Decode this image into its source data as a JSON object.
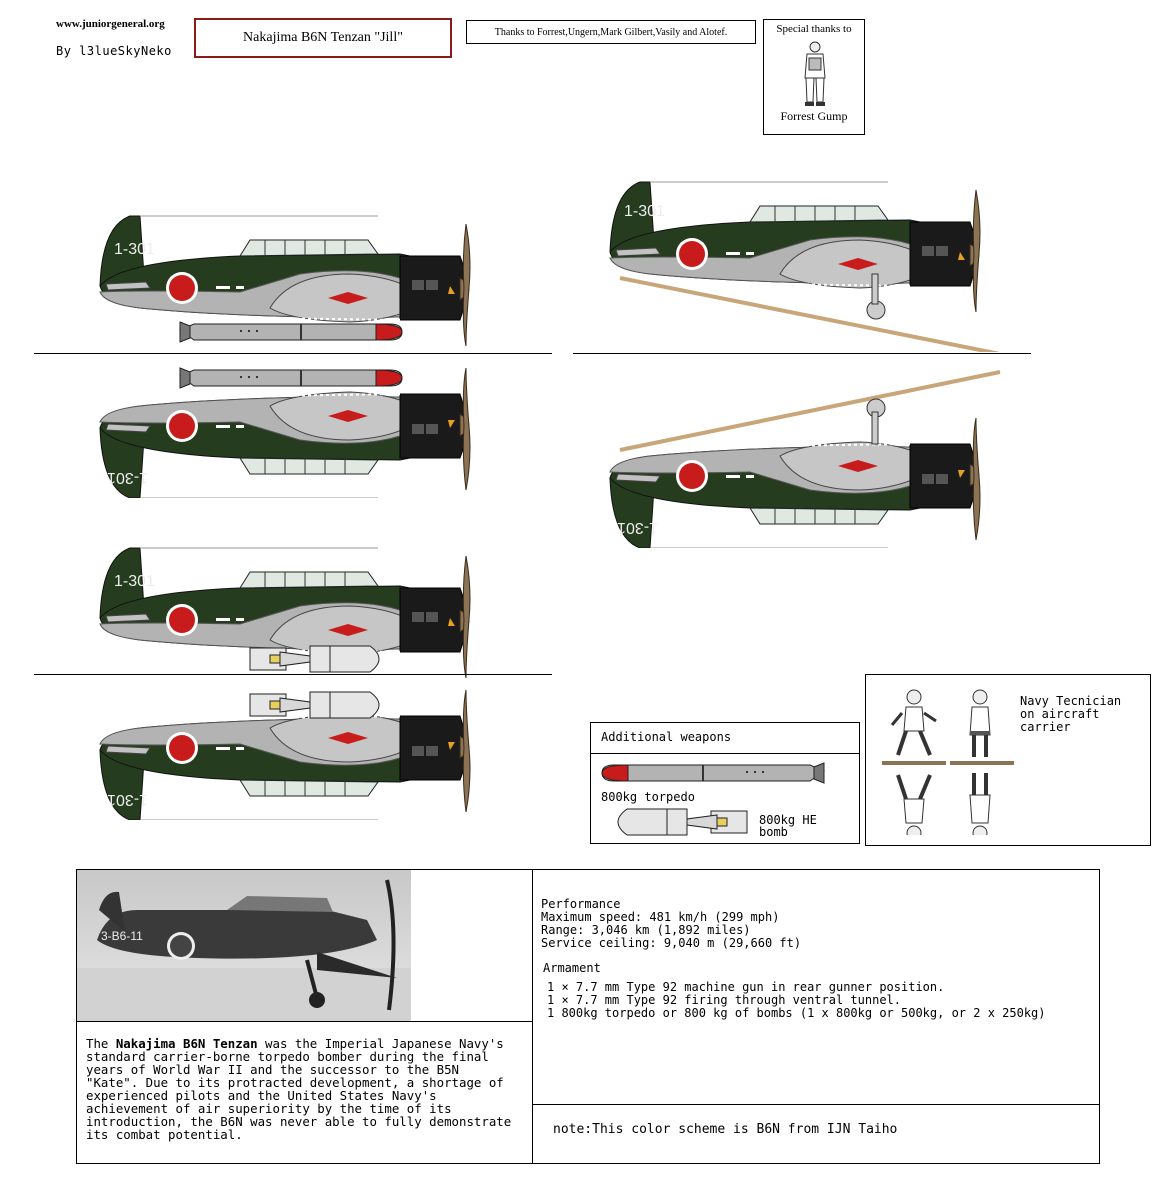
{
  "header": {
    "site": "www.juniorgeneral.org",
    "author": "By l3lueSkyNeko",
    "title": "Nakajima B6N Tenzan \"Jill\"",
    "thanks": "Thanks to Forrest,Ungern,Mark Gilbert,Vasily and Alotef.",
    "special_thanks": "Special thanks to",
    "special_name": "Forrest Gump"
  },
  "aircraft": {
    "code": "1-301",
    "code_mirrored": "1-301",
    "colors": {
      "fuselage": "#253d1e",
      "underside": "#b3b3b3",
      "cowling": "#1a1a1a",
      "hinomaru": "#c81c1c",
      "prop": "#8b7355"
    }
  },
  "weapons": {
    "heading": "Additional weapons",
    "torpedo_label": "800kg torpedo",
    "bomb_label_1": "800kg HE",
    "bomb_label_2": "bomb"
  },
  "technician": {
    "line1": "Navy Tecnician",
    "line2": "on aircraft",
    "line3": "carrier"
  },
  "photo": {
    "code": "3-B6-11"
  },
  "performance": {
    "heading": "Performance",
    "lines": [
      "Maximum speed: 481 km/h (299 mph)",
      "Range: 3,046 km (1,892 miles)",
      "Service ceiling: 9,040 m (29,660 ft)"
    ]
  },
  "armament": {
    "heading": "Armament",
    "lines": [
      "1 × 7.7 mm Type 92 machine gun in rear gunner position.",
      "1 × 7.7 mm Type 92 firing through ventral tunnel.",
      "1 800kg torpedo or 800 kg of bombs (1 x 800kg or 500kg, or 2 x 250kg)"
    ]
  },
  "description": {
    "intro": "The ",
    "name": "Nakajima B6N Tenzan",
    "body": " was the Imperial Japanese Navy's standard carrier-borne torpedo bomber during the final years of World War II and the successor to the B5N \"Kate\". Due to its protracted development, a shortage of experienced pilots and the United States Navy's achievement of air superiority by the time of its introduction, the B6N was never able to fully demonstrate its combat potential."
  },
  "note": "note:This color scheme is B6N from IJN Taiho"
}
